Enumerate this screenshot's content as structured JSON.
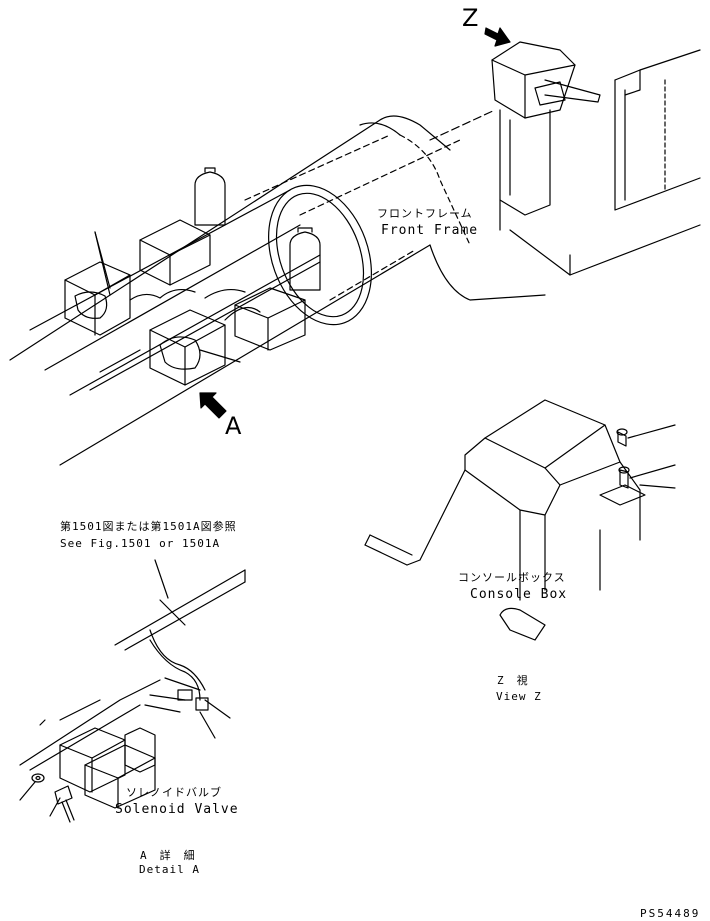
{
  "callouts": {
    "z_marker": "Z",
    "a_marker": "A"
  },
  "front_frame": {
    "jp": "フロントフレーム",
    "en": "Front Frame"
  },
  "reference": {
    "jp": "第1501図または第1501A図参照",
    "en": "See Fig.1501 or 1501A"
  },
  "console_box": {
    "jp": "コンソールボックス",
    "en": "Console Box"
  },
  "view_z": {
    "jp": "Z　視",
    "en": "View Z"
  },
  "solenoid_valve": {
    "jp": "ソレノイドバルブ",
    "en": "Solenoid Valve"
  },
  "detail_a": {
    "jp": "A　詳　細",
    "en": "Detail A"
  },
  "drawing_number": "PS54489"
}
